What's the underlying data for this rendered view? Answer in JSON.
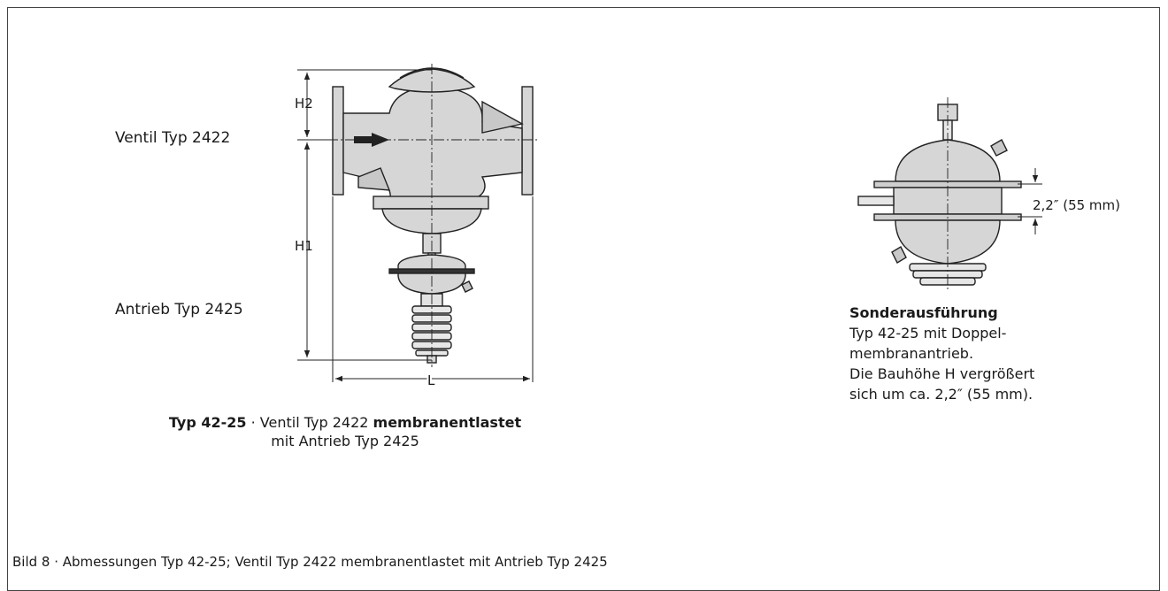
{
  "labels": {
    "valve": "Ventil Typ 2422",
    "actuator": "Antrieb Typ 2425",
    "h2": "H2",
    "h1": "H1",
    "l": "L",
    "dim_special": "2,2″ (55 mm)"
  },
  "caption": {
    "bold1": "Typ 42-25",
    "sep": " · Ventil Typ 2422 ",
    "bold2": "membranentlastet",
    "line2": "mit Antrieb Typ 2425"
  },
  "special": {
    "title": "Sonderausführung",
    "line1": "Typ 42-25 mit Doppel-",
    "line2": "membranantrieb.",
    "line3": "Die Bauhöhe H vergrößert",
    "line4": "sich um ca. 2,2″ (55 mm)."
  },
  "figure_caption": "Bild 8 · Abmessungen Typ 42-25; Ventil Typ 2422 membranentlastet mit Antrieb Typ 2425",
  "colors": {
    "body_fill": "#d6d6d6",
    "outline": "#222222"
  }
}
